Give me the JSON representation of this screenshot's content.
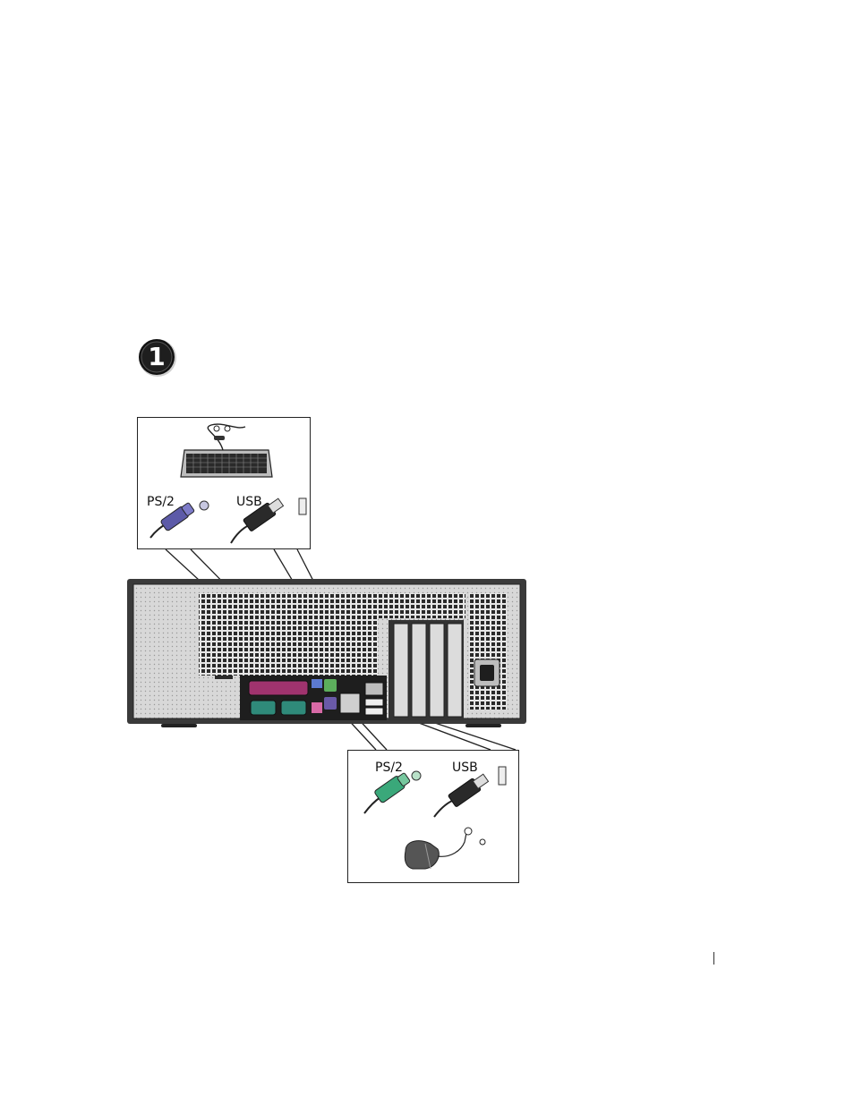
{
  "step": {
    "number": "1"
  },
  "keyboard_callout": {
    "ps2_label": "PS/2",
    "usb_label": "USB",
    "ps2_connector_color": "#5c5aa8",
    "device": "keyboard-icon"
  },
  "mouse_callout": {
    "ps2_label": "PS/2",
    "usb_label": "USB",
    "ps2_connector_color": "#3aa87a",
    "device": "mouse-icon"
  },
  "computer": {
    "chassis_color": "#3a3a3a",
    "panel_color": "#d8d8d8",
    "parallel_port_color": "#a0336e",
    "serial_port_color": "#2f8a7a",
    "audio_pink": "#d86aa6",
    "audio_blue": "#5c7ad0",
    "audio_green": "#5cae5c"
  }
}
